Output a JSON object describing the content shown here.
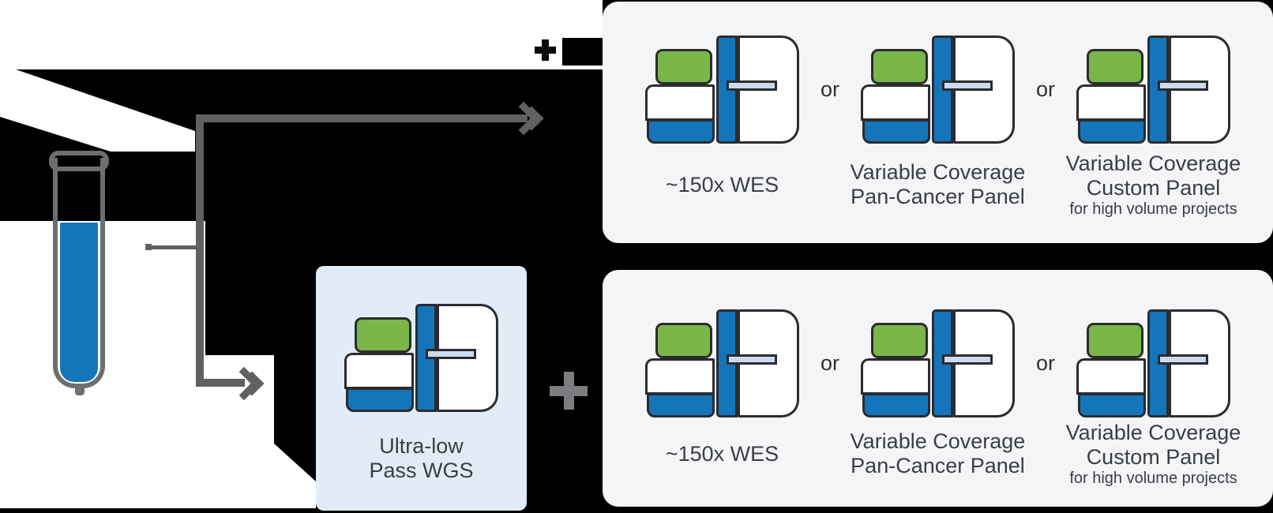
{
  "colors": {
    "blue": "#1575ba",
    "green": "#79b647",
    "line": "#5f6163",
    "tube": "#6d6e71",
    "panel": "#f4f5f7",
    "box": "#e2ecf6",
    "slot": "#ccdaee",
    "stroke": "#2b2b30",
    "text": "#3a3e43",
    "ortext": "#2e3033",
    "plus": "#7b7d80"
  },
  "diagram": {
    "or_label": "or",
    "plus_symbol": "+",
    "ultra_low_box": {
      "line1": "Ultra-low",
      "line2": "Pass WGS"
    },
    "top_panel": {
      "options": [
        {
          "line1": "~150x WES",
          "line2": "",
          "sub": ""
        },
        {
          "line1": "Variable Coverage",
          "line2": "Pan-Cancer Panel",
          "sub": ""
        },
        {
          "line1": "Variable Coverage",
          "line2": "Custom Panel",
          "sub": "for high volume projects"
        }
      ]
    },
    "bottom_panel": {
      "options": [
        {
          "line1": "~150x WES",
          "line2": "",
          "sub": ""
        },
        {
          "line1": "Variable Coverage",
          "line2": "Pan-Cancer Panel",
          "sub": ""
        },
        {
          "line1": "Variable Coverage",
          "line2": "Custom Panel",
          "sub": "for high volume projects"
        }
      ]
    }
  }
}
